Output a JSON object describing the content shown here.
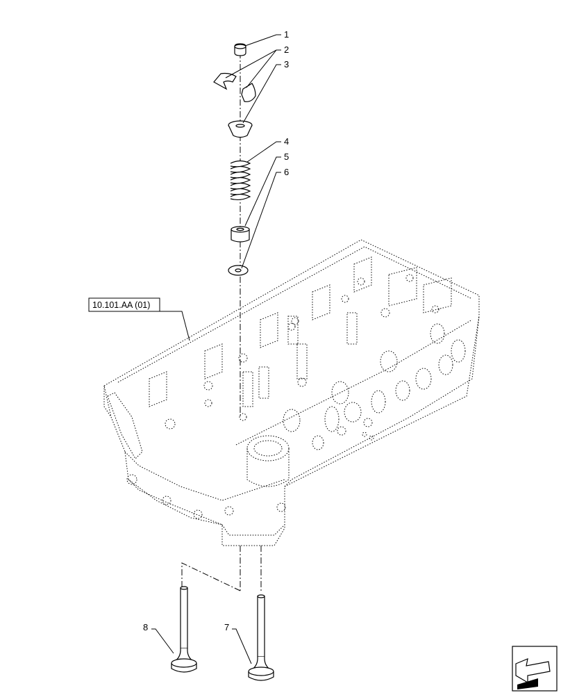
{
  "callouts": [
    {
      "id": "1",
      "label": "1"
    },
    {
      "id": "2",
      "label": "2"
    },
    {
      "id": "3",
      "label": "3"
    },
    {
      "id": "4",
      "label": "4"
    },
    {
      "id": "5",
      "label": "5"
    },
    {
      "id": "6",
      "label": "6"
    },
    {
      "id": "7",
      "label": "7"
    },
    {
      "id": "8",
      "label": "8"
    }
  ],
  "reference_box": {
    "label": "10.101.AA (01)"
  },
  "icons": {
    "navigation": "arrow-corner-icon"
  }
}
